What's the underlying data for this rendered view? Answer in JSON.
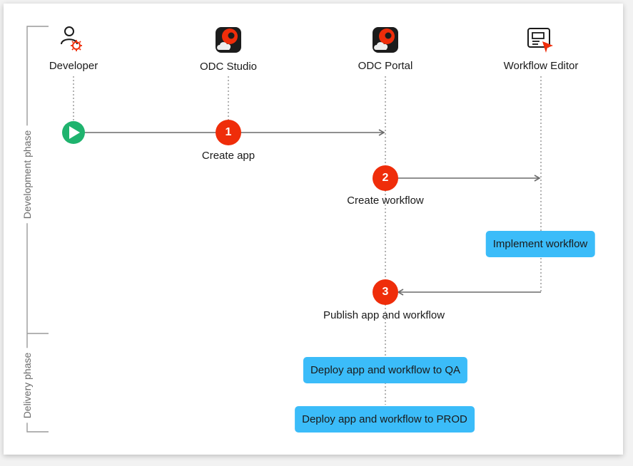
{
  "actors": {
    "developer": "Developer",
    "odc_studio": "ODC Studio",
    "odc_portal": "ODC Portal",
    "workflow_editor": "Workflow Editor"
  },
  "phases": {
    "development": "Development phase",
    "delivery": "Delivery phase"
  },
  "steps": [
    {
      "number": "1",
      "label": "Create app"
    },
    {
      "number": "2",
      "label": "Create workflow"
    },
    {
      "number": "3",
      "label": "Publish app and workflow"
    }
  ],
  "tasks": {
    "implement": "Implement workflow",
    "deploy_qa": "Deploy app and workflow to QA",
    "deploy_prod": "Deploy app and workflow to PROD"
  },
  "colors": {
    "step": "#ef2d0a",
    "task": "#3bbcf9",
    "start": "#1fb36e",
    "line": "#6b6b6b"
  }
}
